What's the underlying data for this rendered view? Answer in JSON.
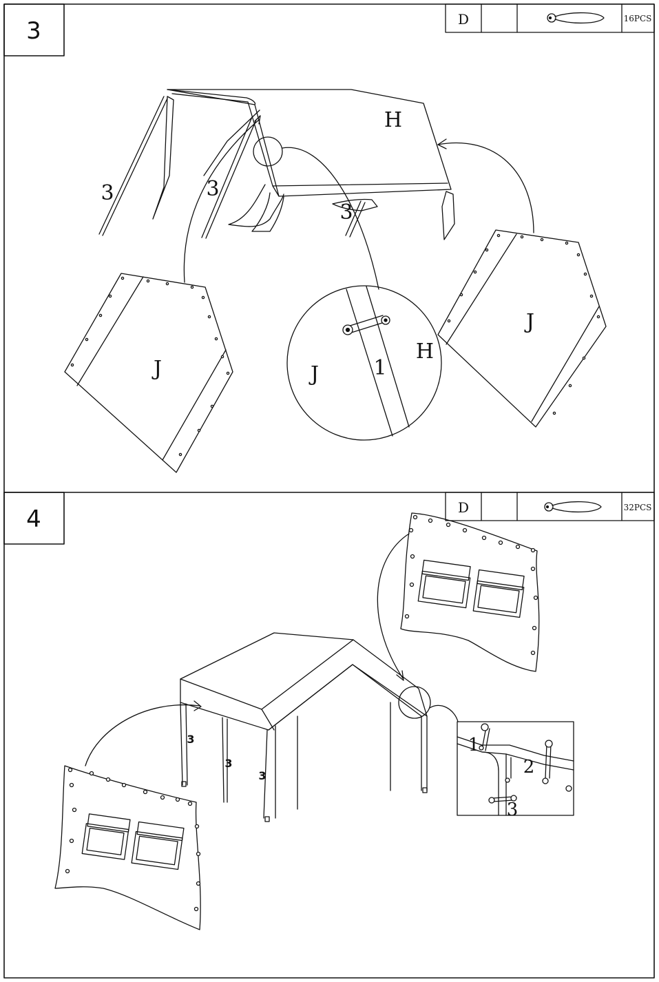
{
  "steps": [
    {
      "number": "3",
      "part_letter": "D",
      "part_icon": "bungee-ball-cord-icon",
      "quantity": "16PCS",
      "labels": {
        "canopy": "H",
        "panel_left": "J",
        "panel_right": "J",
        "pole_a": "3",
        "pole_b": "3",
        "pole_c": "3",
        "detail_panel": "J",
        "detail_canopy": "H",
        "detail_pole": "1"
      }
    },
    {
      "number": "4",
      "part_letter": "D",
      "part_icon": "bungee-ball-cord-icon",
      "quantity": "32PCS",
      "labels": {
        "leg_a": "3",
        "leg_b": "3",
        "leg_c": "3",
        "detail_1": "1",
        "detail_2": "2",
        "detail_3": "3"
      }
    }
  ]
}
